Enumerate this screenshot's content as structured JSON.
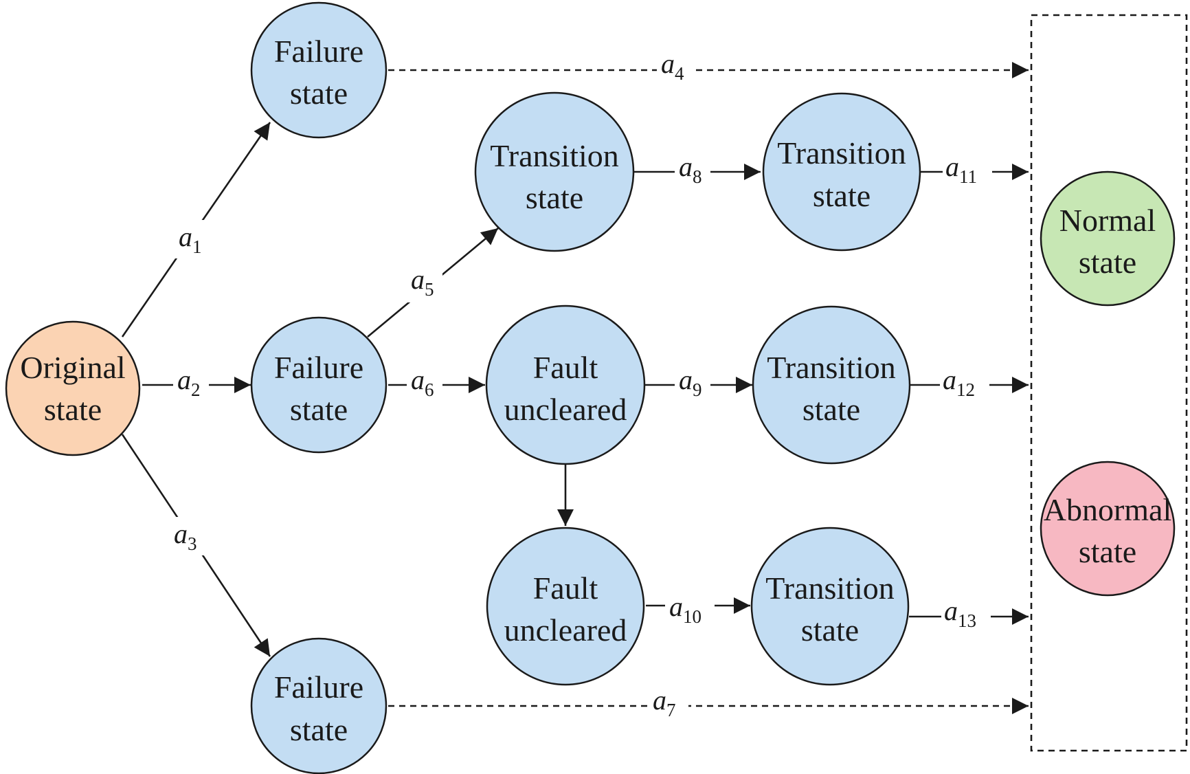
{
  "colors": {
    "original": "#fbd3b3",
    "process": "#c3ddf3",
    "normal": "#c7e7b4",
    "abnormal": "#f7b8c2",
    "stroke": "#1a1a1a"
  },
  "nodes": {
    "original": {
      "line1": "Original",
      "line2": "state"
    },
    "failure_top": {
      "line1": "Failure",
      "line2": "state"
    },
    "failure_mid": {
      "line1": "Failure",
      "line2": "state"
    },
    "failure_bot": {
      "line1": "Failure",
      "line2": "state"
    },
    "transition_1": {
      "line1": "Transition",
      "line2": "state"
    },
    "transition_2": {
      "line1": "Transition",
      "line2": "state"
    },
    "fault_1": {
      "line1": "Fault",
      "line2": "uncleared"
    },
    "transition_3": {
      "line1": "Transition",
      "line2": "state"
    },
    "fault_2": {
      "line1": "Fault",
      "line2": "uncleared"
    },
    "transition_4": {
      "line1": "Transition",
      "line2": "state"
    },
    "normal": {
      "line1": "Normal",
      "line2": "state"
    },
    "abnormal": {
      "line1": "Abnormal",
      "line2": "state"
    }
  },
  "edges": {
    "a1": {
      "var": "a",
      "sub": "1"
    },
    "a2": {
      "var": "a",
      "sub": "2"
    },
    "a3": {
      "var": "a",
      "sub": "3"
    },
    "a4": {
      "var": "a",
      "sub": "4"
    },
    "a5": {
      "var": "a",
      "sub": "5"
    },
    "a6": {
      "var": "a",
      "sub": "6"
    },
    "a7": {
      "var": "a",
      "sub": "7"
    },
    "a8": {
      "var": "a",
      "sub": "8"
    },
    "a9": {
      "var": "a",
      "sub": "9"
    },
    "a10": {
      "var": "a",
      "sub": "10"
    },
    "a11": {
      "var": "a",
      "sub": "11"
    },
    "a12": {
      "var": "a",
      "sub": "12"
    },
    "a13": {
      "var": "a",
      "sub": "13"
    }
  }
}
